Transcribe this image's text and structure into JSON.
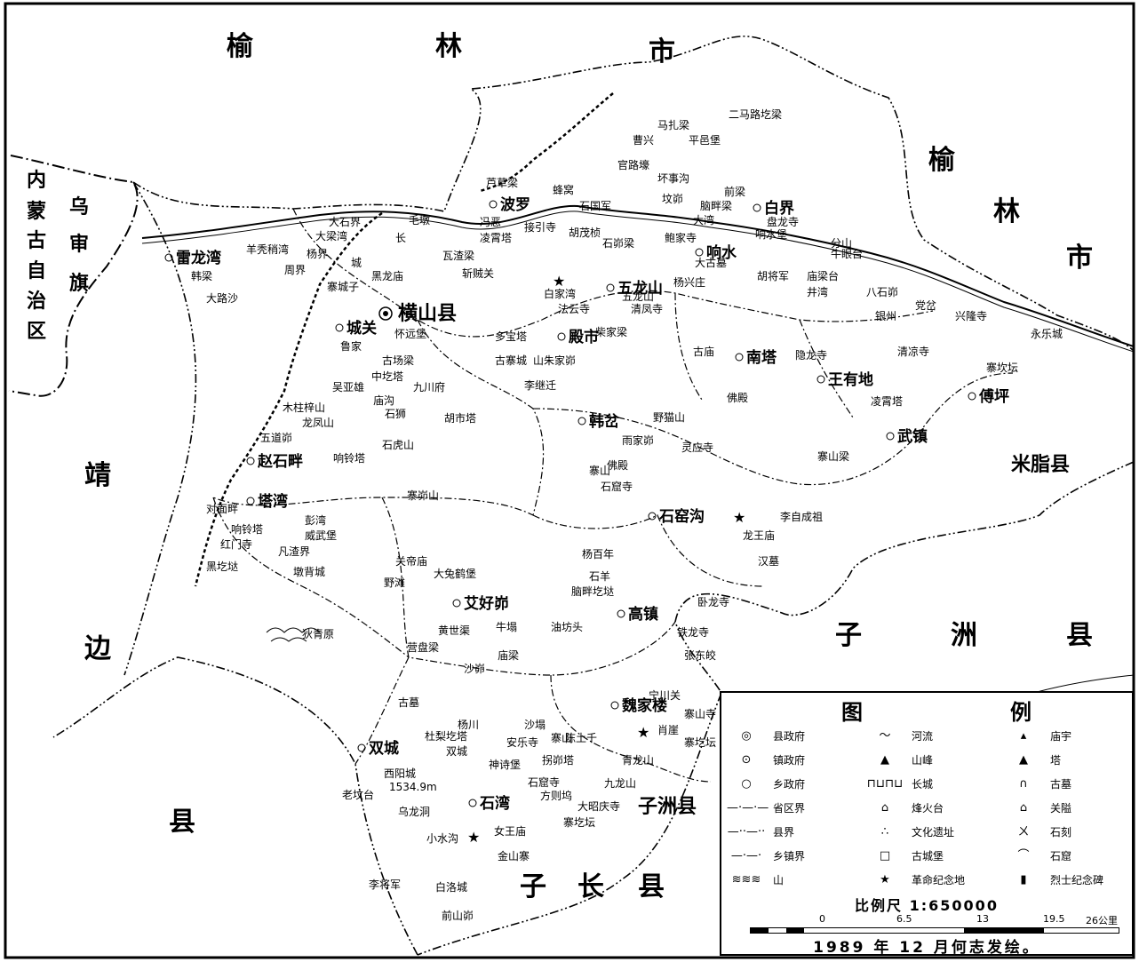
{
  "regions": {
    "north": [
      "榆",
      "林",
      "市"
    ],
    "east": [
      "榆",
      "林",
      "市"
    ],
    "west": [
      "内",
      "蒙",
      "古",
      "自",
      "治",
      "区"
    ],
    "west2": [
      "乌",
      "审",
      "旗"
    ],
    "southwest": [
      "靖",
      "边",
      "县"
    ],
    "southeast": [
      "子",
      "洲",
      "县"
    ],
    "south": [
      "子",
      "长",
      "县"
    ],
    "mizhi": "米脂县",
    "zizhou_small": "子洲县"
  },
  "county_seat": "横山县",
  "towns": [
    "波罗",
    "白界",
    "响水",
    "雷龙湾",
    "五龙山",
    "殿市",
    "南塔",
    "王有地",
    "傅坪",
    "武镇",
    "韩岔",
    "赵石畔",
    "塔湾",
    "石窑沟",
    "艾好峁",
    "高镇",
    "魏家楼",
    "双城",
    "石湾",
    "城关"
  ],
  "places": [
    "马扎梁",
    "二马路圪梁",
    "曹兴",
    "平邑堡",
    "官路壕",
    "坏事沟",
    "坟峁",
    "前梁",
    "脑畔梁",
    "盘龙寺",
    "响水堡",
    "大湾",
    "鲍家寺",
    "分山",
    "大古墓",
    "胡将军",
    "庙梁台",
    "牛眼台",
    "井湾",
    "八石峁",
    "银州",
    "党岔",
    "兴隆寺",
    "永乐城",
    "芦草梁",
    "蜂窝",
    "石国军",
    "冯恶",
    "凌霄塔",
    "接引寺",
    "胡茂桢",
    "石峁梁",
    "大石界",
    "毛墩",
    "大梁湾",
    "长",
    "城",
    "杨界",
    "周界",
    "韩梁",
    "大路沙",
    "羊秃稍湾",
    "瓦渣梁",
    "斩贼关",
    "黑龙庙",
    "寨城子",
    "白家湾",
    "法云寺",
    "五龙山",
    "清凤寺",
    "杨兴庄",
    "怀远堡",
    "鲁家",
    "古场梁",
    "吴亚雄",
    "中圪塔",
    "九川府",
    "庙沟",
    "石狮",
    "木柱梓山",
    "龙凤山",
    "五道峁",
    "石虎山",
    "响铃塔",
    "胡市塔",
    "多宝塔",
    "古寨城",
    "山朱家峁",
    "李继迁",
    "柴家梁",
    "古庙",
    "隐龙寺",
    "清凉寺",
    "寨坎坛",
    "凌霄塔",
    "佛殿",
    "野猫山",
    "雨家峁",
    "灵应寺",
    "寨山梁",
    "寨山",
    "佛殿",
    "石窟寺",
    "寨峁山",
    "对面畔",
    "彭湾",
    "威武堡",
    "响铃塔",
    "红门寺",
    "凡渣界",
    "黑圪垯",
    "墩背城",
    "李自成祖",
    "龙王庙",
    "汉墓",
    "关帝庙",
    "大兔鹤堡",
    "野滩",
    "杨百年",
    "石羊",
    "脑畔圪垯",
    "卧龙寺",
    "狄青原",
    "黄世渠",
    "牛塌",
    "营盘梁",
    "油坊头",
    "铁龙寺",
    "张东皎",
    "庙梁",
    "沙峁",
    "古墓",
    "杨川",
    "沙塌",
    "陈土千",
    "宁川关",
    "寨山寺",
    "肖崖",
    "杜梨圪塔",
    "安乐寺",
    "寨山",
    "双城",
    "神诗堡",
    "拐峁塔",
    "寨圪坛",
    "青龙山",
    "西阳城",
    "1534.9m",
    "老坟台",
    "石窟寺",
    "九龙山",
    "方则坞",
    "大昭庆寺",
    "乌龙洞",
    "女王庙",
    "寨圪坛",
    "小水沟",
    "金山寨",
    "李将军",
    "白洛城",
    "前山峁"
  ],
  "legend": {
    "title": [
      "图",
      "例"
    ],
    "items": [
      {
        "symbol": "◎",
        "label": "县政府"
      },
      {
        "symbol": "⊙",
        "label": "镇政府"
      },
      {
        "symbol": "○",
        "label": "乡政府"
      },
      {
        "symbol": "—·—·—",
        "label": "省区界"
      },
      {
        "symbol": "—··—··",
        "label": "县界"
      },
      {
        "symbol": "—·—·",
        "label": "乡镇界"
      },
      {
        "symbol": "≋≋≋",
        "label": "山"
      },
      {
        "symbol": "〜",
        "label": "河流"
      },
      {
        "symbol": "▲",
        "label": "山峰"
      },
      {
        "symbol": "⊓⊔⊓⊔",
        "label": "长城"
      },
      {
        "symbol": "⌂",
        "label": "烽火台"
      },
      {
        "symbol": "∴",
        "label": "文化遗址"
      },
      {
        "symbol": "□",
        "label": "古城堡"
      },
      {
        "symbol": "★",
        "label": "革命纪念地"
      },
      {
        "symbol": "▴",
        "label": "庙宇"
      },
      {
        "symbol": "▲",
        "label": "塔"
      },
      {
        "symbol": "∩",
        "label": "古墓"
      },
      {
        "symbol": "⌂",
        "label": "关隘"
      },
      {
        "symbol": "ㄨ",
        "label": "石刻"
      },
      {
        "symbol": "⌒",
        "label": "石窟"
      },
      {
        "symbol": "▮",
        "label": "烈士纪念碑"
      }
    ],
    "scale": "比例尺  1:650000",
    "ticks": [
      "0",
      "6.5",
      "13",
      "19.5",
      "26公里"
    ],
    "credit": "1989 年 12 月何志发绘。"
  }
}
